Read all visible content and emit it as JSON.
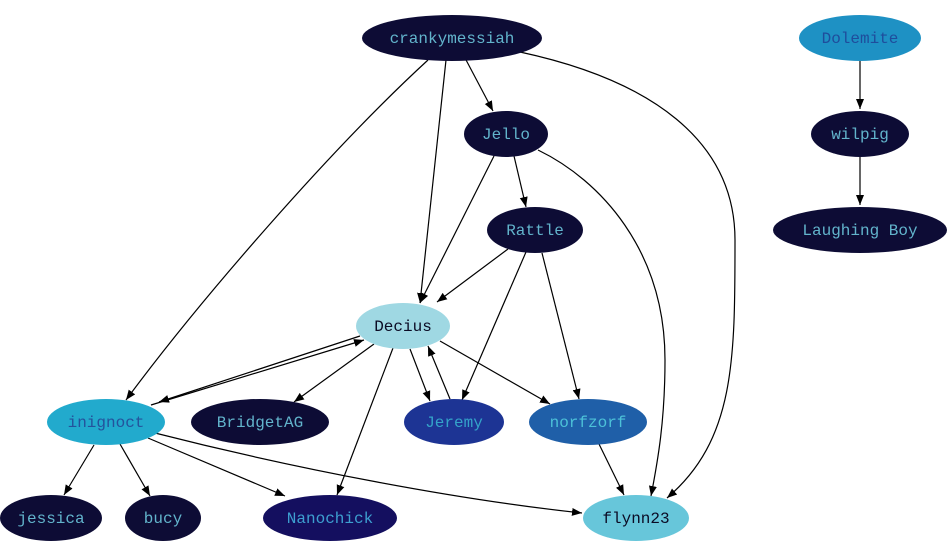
{
  "graph": {
    "nodes": [
      {
        "id": "crankymessiah",
        "label": "crankymessiah",
        "fill": "#0d0c35",
        "text": "#62b4cc"
      },
      {
        "id": "jello",
        "label": "Jello",
        "fill": "#0d0c35",
        "text": "#62b4cc"
      },
      {
        "id": "rattle",
        "label": "Rattle",
        "fill": "#0d0c35",
        "text": "#62b4cc"
      },
      {
        "id": "decius",
        "label": "Decius",
        "fill": "#9fd8e3",
        "text": "#0b0b24"
      },
      {
        "id": "inignoct",
        "label": "inignoct",
        "fill": "#22aacd",
        "text": "#24539c"
      },
      {
        "id": "bridgetag",
        "label": "BridgetAG",
        "fill": "#0d0c35",
        "text": "#62b4cc"
      },
      {
        "id": "jeremy",
        "label": "Jeremy",
        "fill": "#1d3494",
        "text": "#34a3c9"
      },
      {
        "id": "norfzorf",
        "label": "norfzorf",
        "fill": "#1f5fa8",
        "text": "#4cc1d8"
      },
      {
        "id": "jessica",
        "label": "jessica",
        "fill": "#0d0c35",
        "text": "#62b4cc"
      },
      {
        "id": "bucy",
        "label": "bucy",
        "fill": "#0d0c35",
        "text": "#62b4cc"
      },
      {
        "id": "nanochick",
        "label": "Nanochick",
        "fill": "#140f5f",
        "text": "#3d9fd0"
      },
      {
        "id": "flynn23",
        "label": "flynn23",
        "fill": "#67c6da",
        "text": "#0b0b24"
      },
      {
        "id": "dolemite",
        "label": "Dolemite",
        "fill": "#1e91c4",
        "text": "#1f4d9c"
      },
      {
        "id": "wilpig",
        "label": "wilpig",
        "fill": "#0d0c35",
        "text": "#62b4cc"
      },
      {
        "id": "laughingboy",
        "label": "Laughing Boy",
        "fill": "#0d0c35",
        "text": "#62b4cc"
      }
    ],
    "edges": [
      {
        "from": "crankymessiah",
        "to": "jello"
      },
      {
        "from": "crankymessiah",
        "to": "decius"
      },
      {
        "from": "crankymessiah",
        "to": "inignoct"
      },
      {
        "from": "crankymessiah",
        "to": "flynn23"
      },
      {
        "from": "jello",
        "to": "rattle"
      },
      {
        "from": "jello",
        "to": "decius"
      },
      {
        "from": "jello",
        "to": "flynn23"
      },
      {
        "from": "rattle",
        "to": "decius"
      },
      {
        "from": "rattle",
        "to": "jeremy"
      },
      {
        "from": "rattle",
        "to": "norfzorf"
      },
      {
        "from": "decius",
        "to": "inignoct"
      },
      {
        "from": "inignoct",
        "to": "decius"
      },
      {
        "from": "decius",
        "to": "bridgetag"
      },
      {
        "from": "decius",
        "to": "jeremy"
      },
      {
        "from": "jeremy",
        "to": "decius"
      },
      {
        "from": "decius",
        "to": "norfzorf"
      },
      {
        "from": "decius",
        "to": "nanochick"
      },
      {
        "from": "inignoct",
        "to": "jessica"
      },
      {
        "from": "inignoct",
        "to": "bucy"
      },
      {
        "from": "inignoct",
        "to": "nanochick"
      },
      {
        "from": "inignoct",
        "to": "flynn23"
      },
      {
        "from": "norfzorf",
        "to": "flynn23"
      },
      {
        "from": "dolemite",
        "to": "wilpig"
      },
      {
        "from": "wilpig",
        "to": "laughingboy"
      }
    ]
  }
}
